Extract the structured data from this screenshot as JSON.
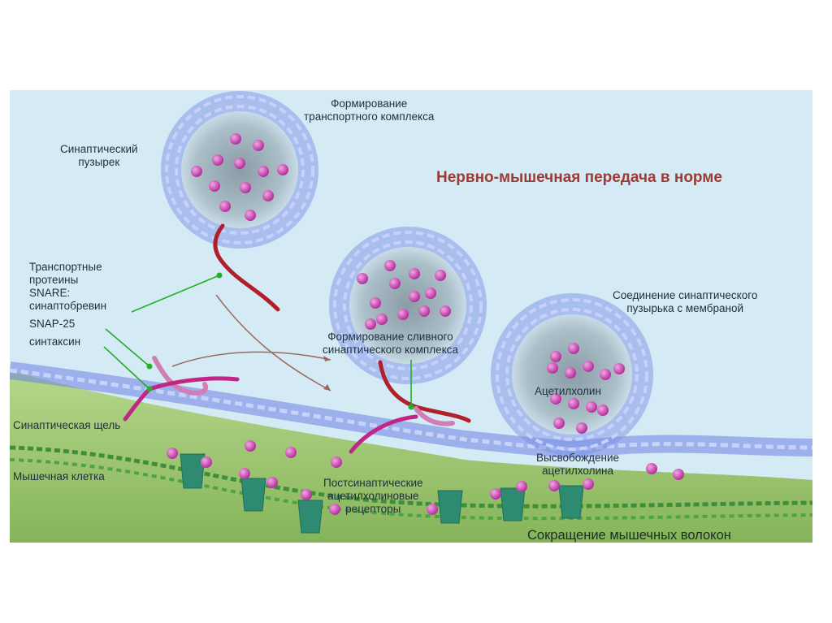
{
  "title": "Нервно-мышечная передача в норме",
  "labels": {
    "formation_transport": "Формирование\nтранспортного комплекса",
    "synaptic_vesicle": "Синаптический\nпузырек",
    "snare_proteins": "Транспортные\nпротеины\nSNARE:",
    "synaptobrevin": "синаптобревин",
    "snap25": "SNAP-25",
    "syntaxin": "синтаксин",
    "formation_fusion": "Формирование сливного\nсинаптического комплекса",
    "vesicle_fusion": "Соединение синаптического\nпузырька с мембраной",
    "acetylcholine": "Ацетилхолин",
    "synaptic_cleft": "Синаптическая щель",
    "muscle_cell": "Мышечная клетка",
    "postsynaptic_receptors": "Постсинаптические\nацетилхолиновые\nрецепторы",
    "ach_release": "Высвобождение\nацетилхолина",
    "muscle_contraction": "Сокращение мышечных волокон"
  },
  "colors": {
    "background": "#d4eaf5",
    "membrane": "#5d73dc",
    "muscle": "#8cbf56",
    "acetylcholine": "#c23ea9",
    "receptor": "#2f8a72",
    "synaptobrevin": "#b11e2c",
    "snap25": "#d07fb4",
    "syntaxin": "#c02683",
    "leader_line": "#22b025",
    "title": "#9c3a36"
  }
}
